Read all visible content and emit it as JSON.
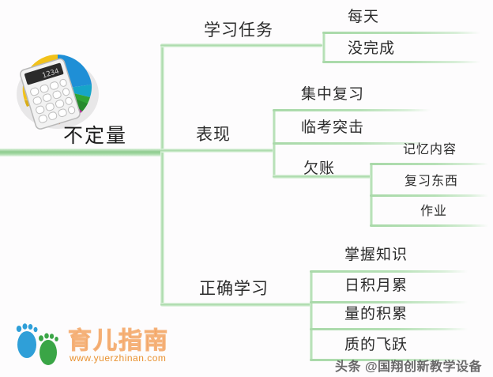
{
  "root": {
    "label": "不定量",
    "icon": "pie-chart-calculator-icon"
  },
  "branches": [
    {
      "label": "学习任务",
      "children": [
        {
          "label": "每天"
        },
        {
          "label": "没完成"
        }
      ]
    },
    {
      "label": "表现",
      "children": [
        {
          "label": "集中复习"
        },
        {
          "label": "临考突击"
        },
        {
          "label": "欠账",
          "children": [
            {
              "label": "记忆内容"
            },
            {
              "label": "复习东西"
            },
            {
              "label": "作业"
            }
          ]
        }
      ]
    },
    {
      "label": "正确学习",
      "children": [
        {
          "label": "掌握知识"
        },
        {
          "label": "日积月累"
        },
        {
          "label": "量的积累"
        },
        {
          "label": "质的飞跃"
        }
      ]
    }
  ],
  "logo": {
    "name": "育儿指南",
    "url": "www.yuerzhinan.com",
    "footprint_colors": [
      "#2f9fd8",
      "#3aa546"
    ]
  },
  "watermark": {
    "text": "头条 @国翔创新教学设备"
  },
  "colors": {
    "line": "#a9d9a9",
    "line_light": "#e8f6e8",
    "text": "#2b2b2b",
    "background": "#fdfcfd",
    "logo_orange": "#f08a3c"
  }
}
